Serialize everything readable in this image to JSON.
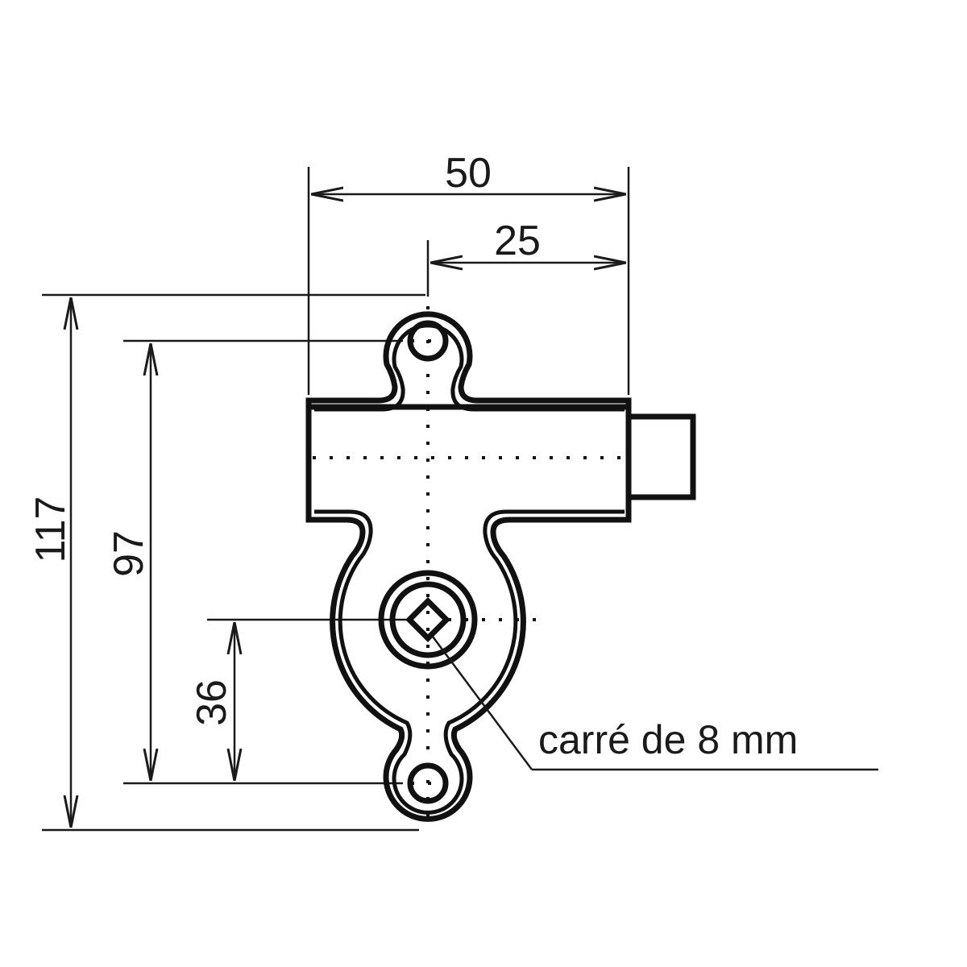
{
  "drawing": {
    "type": "technical dimension drawing",
    "colors": {
      "line": "#1a1a1a",
      "background": "#ffffff"
    },
    "dimensions": {
      "width_total": "50",
      "width_half": "25",
      "height_total": "117",
      "hole_spacing": "97",
      "axis_to_hole": "36"
    },
    "callout": {
      "label": "carré de 8 mm"
    }
  },
  "chart_data": {
    "type": "table",
    "title": "",
    "dimensions_mm": [
      {
        "name": "overall width",
        "value": 50
      },
      {
        "name": "axis to edge",
        "value": 25
      },
      {
        "name": "overall height",
        "value": 117
      },
      {
        "name": "mounting hole spacing",
        "value": 97
      },
      {
        "name": "square axis to lower hole",
        "value": 36
      }
    ],
    "annotations": [
      "carré de 8 mm"
    ]
  }
}
